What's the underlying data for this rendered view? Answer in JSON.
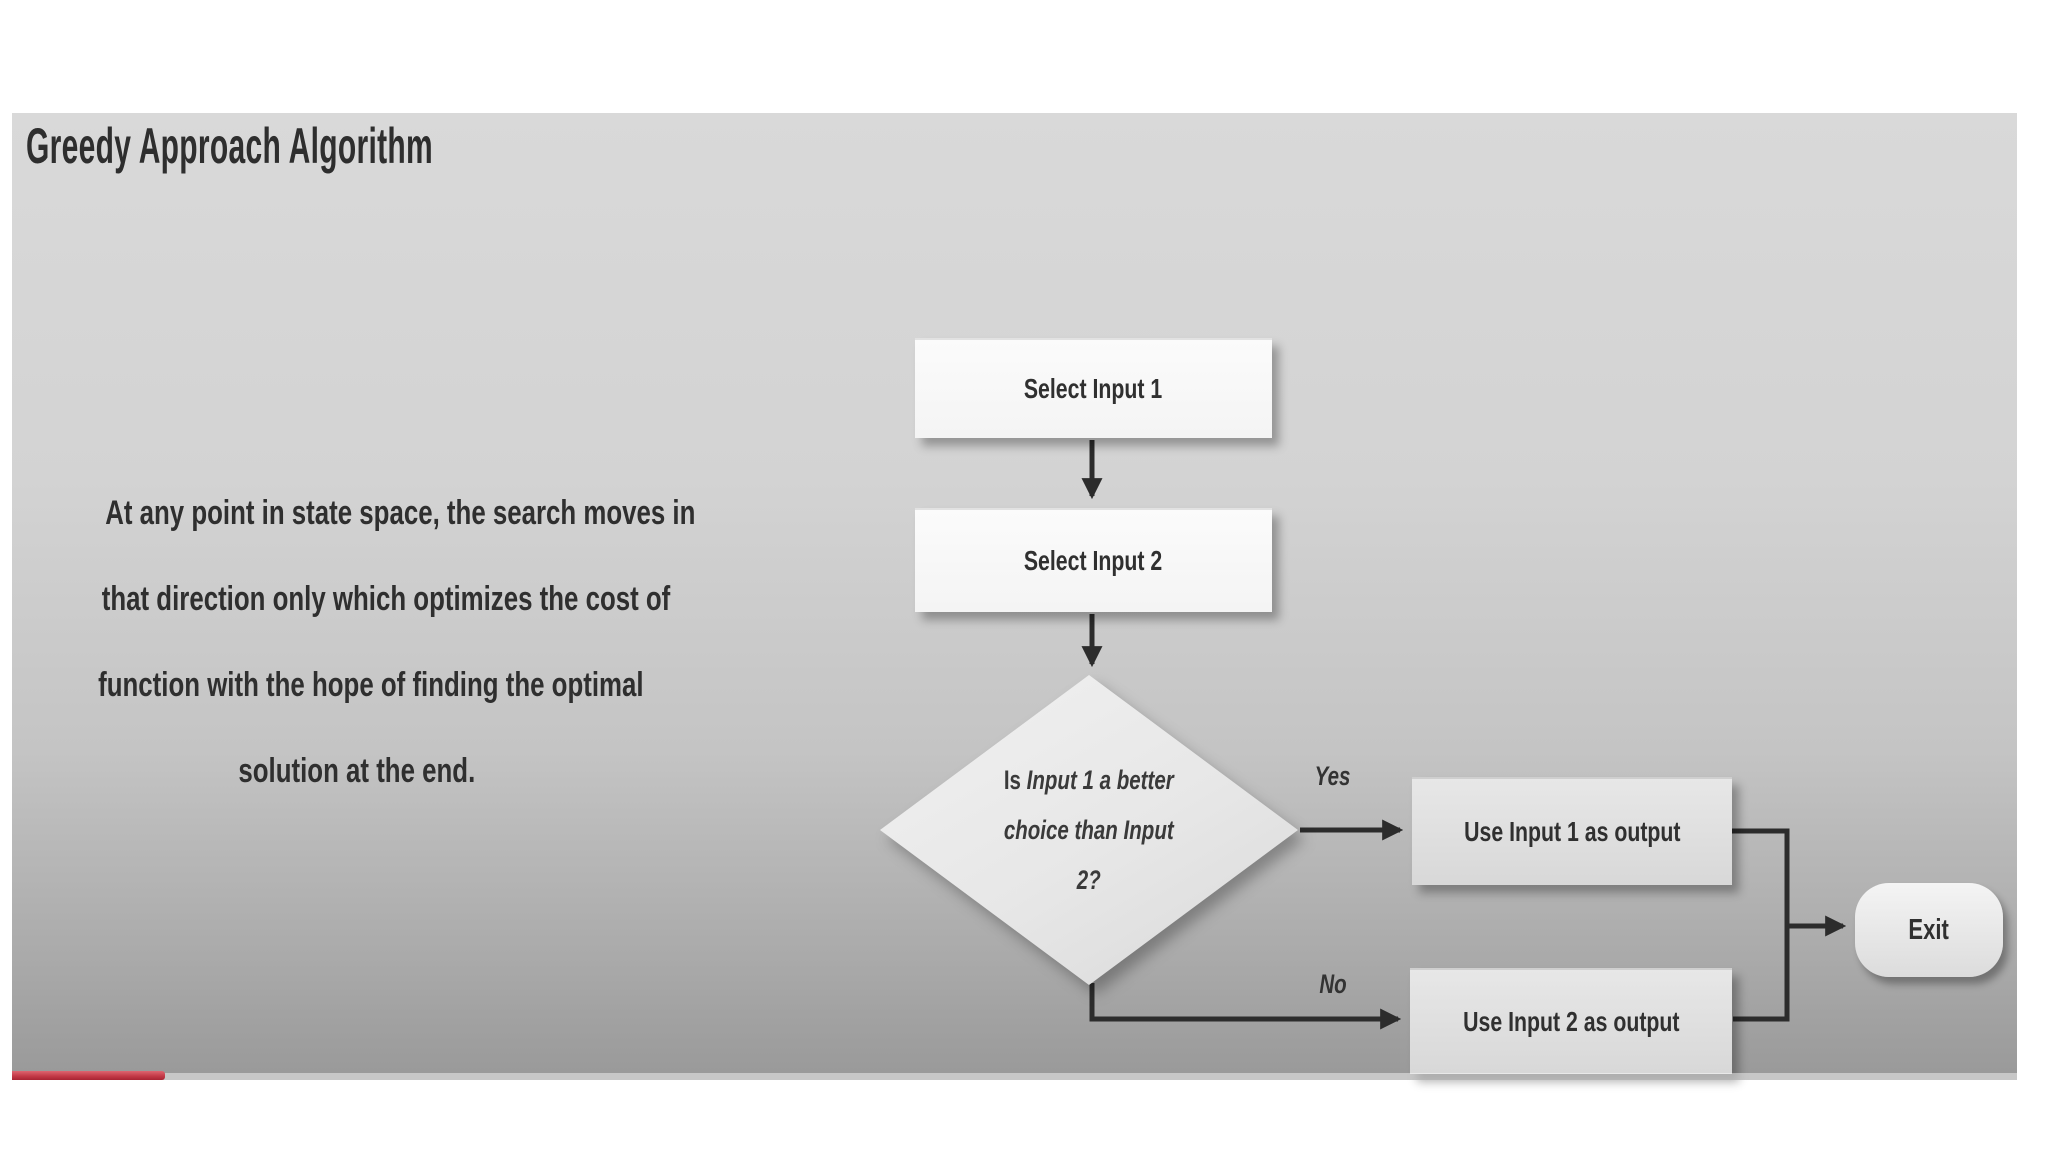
{
  "slide": {
    "title": "Greedy Approach Algorithm",
    "description_lines": [
      "At any point in state space, the search moves in",
      "that direction only which optimizes the cost of",
      "function with the hope of finding the optimal",
      "solution at the end."
    ]
  },
  "flowchart": {
    "nodes": {
      "select_input_1": {
        "label": "Select Input 1",
        "shape": "rectangle"
      },
      "select_input_2": {
        "label": "Select Input 2",
        "shape": "rectangle"
      },
      "decision": {
        "shape": "diamond",
        "line1_prefix": "Is",
        "line1_italic": "Input 1 a better",
        "line2_italic": "choice than Input",
        "line3_italic": "2?"
      },
      "use_input_1": {
        "label": "Use Input 1 as output",
        "shape": "rectangle"
      },
      "use_input_2": {
        "label": "Use Input 2 as output",
        "shape": "rectangle"
      },
      "exit": {
        "label": "Exit",
        "shape": "rounded"
      }
    },
    "edges": {
      "yes_label": "Yes",
      "no_label": "No"
    }
  },
  "player": {
    "progress_percent": 7.6
  },
  "colors": {
    "progress_red": "#b02536",
    "slide_bg_top": "#d9d9d9",
    "slide_bg_bottom": "#999999",
    "arrow": "#2c2c2c",
    "text": "#2f2f2f"
  }
}
